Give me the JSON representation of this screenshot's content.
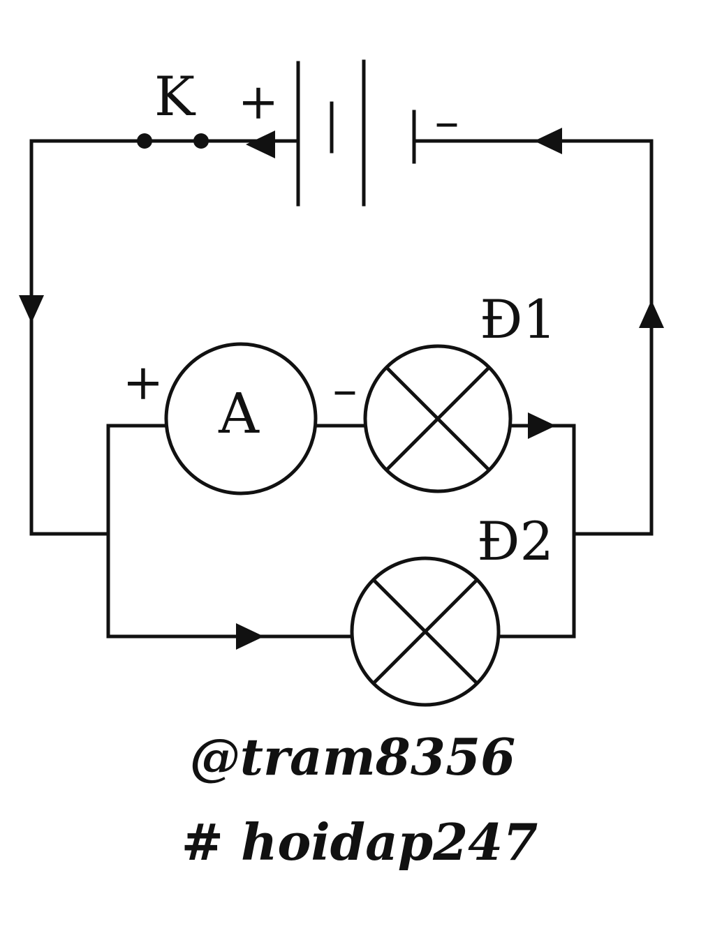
{
  "labels": {
    "switch": "K",
    "battery_plus": "+",
    "battery_minus": "–",
    "ammeter_plus": "+",
    "ammeter": "A",
    "ammeter_minus": "–",
    "lamp1": "Đ1",
    "lamp2": "Đ2"
  },
  "watermark": {
    "line1": "@tram8356",
    "line2": "# hoidap247"
  },
  "colors": {
    "ink": "#111111",
    "background": "#ffffff"
  }
}
